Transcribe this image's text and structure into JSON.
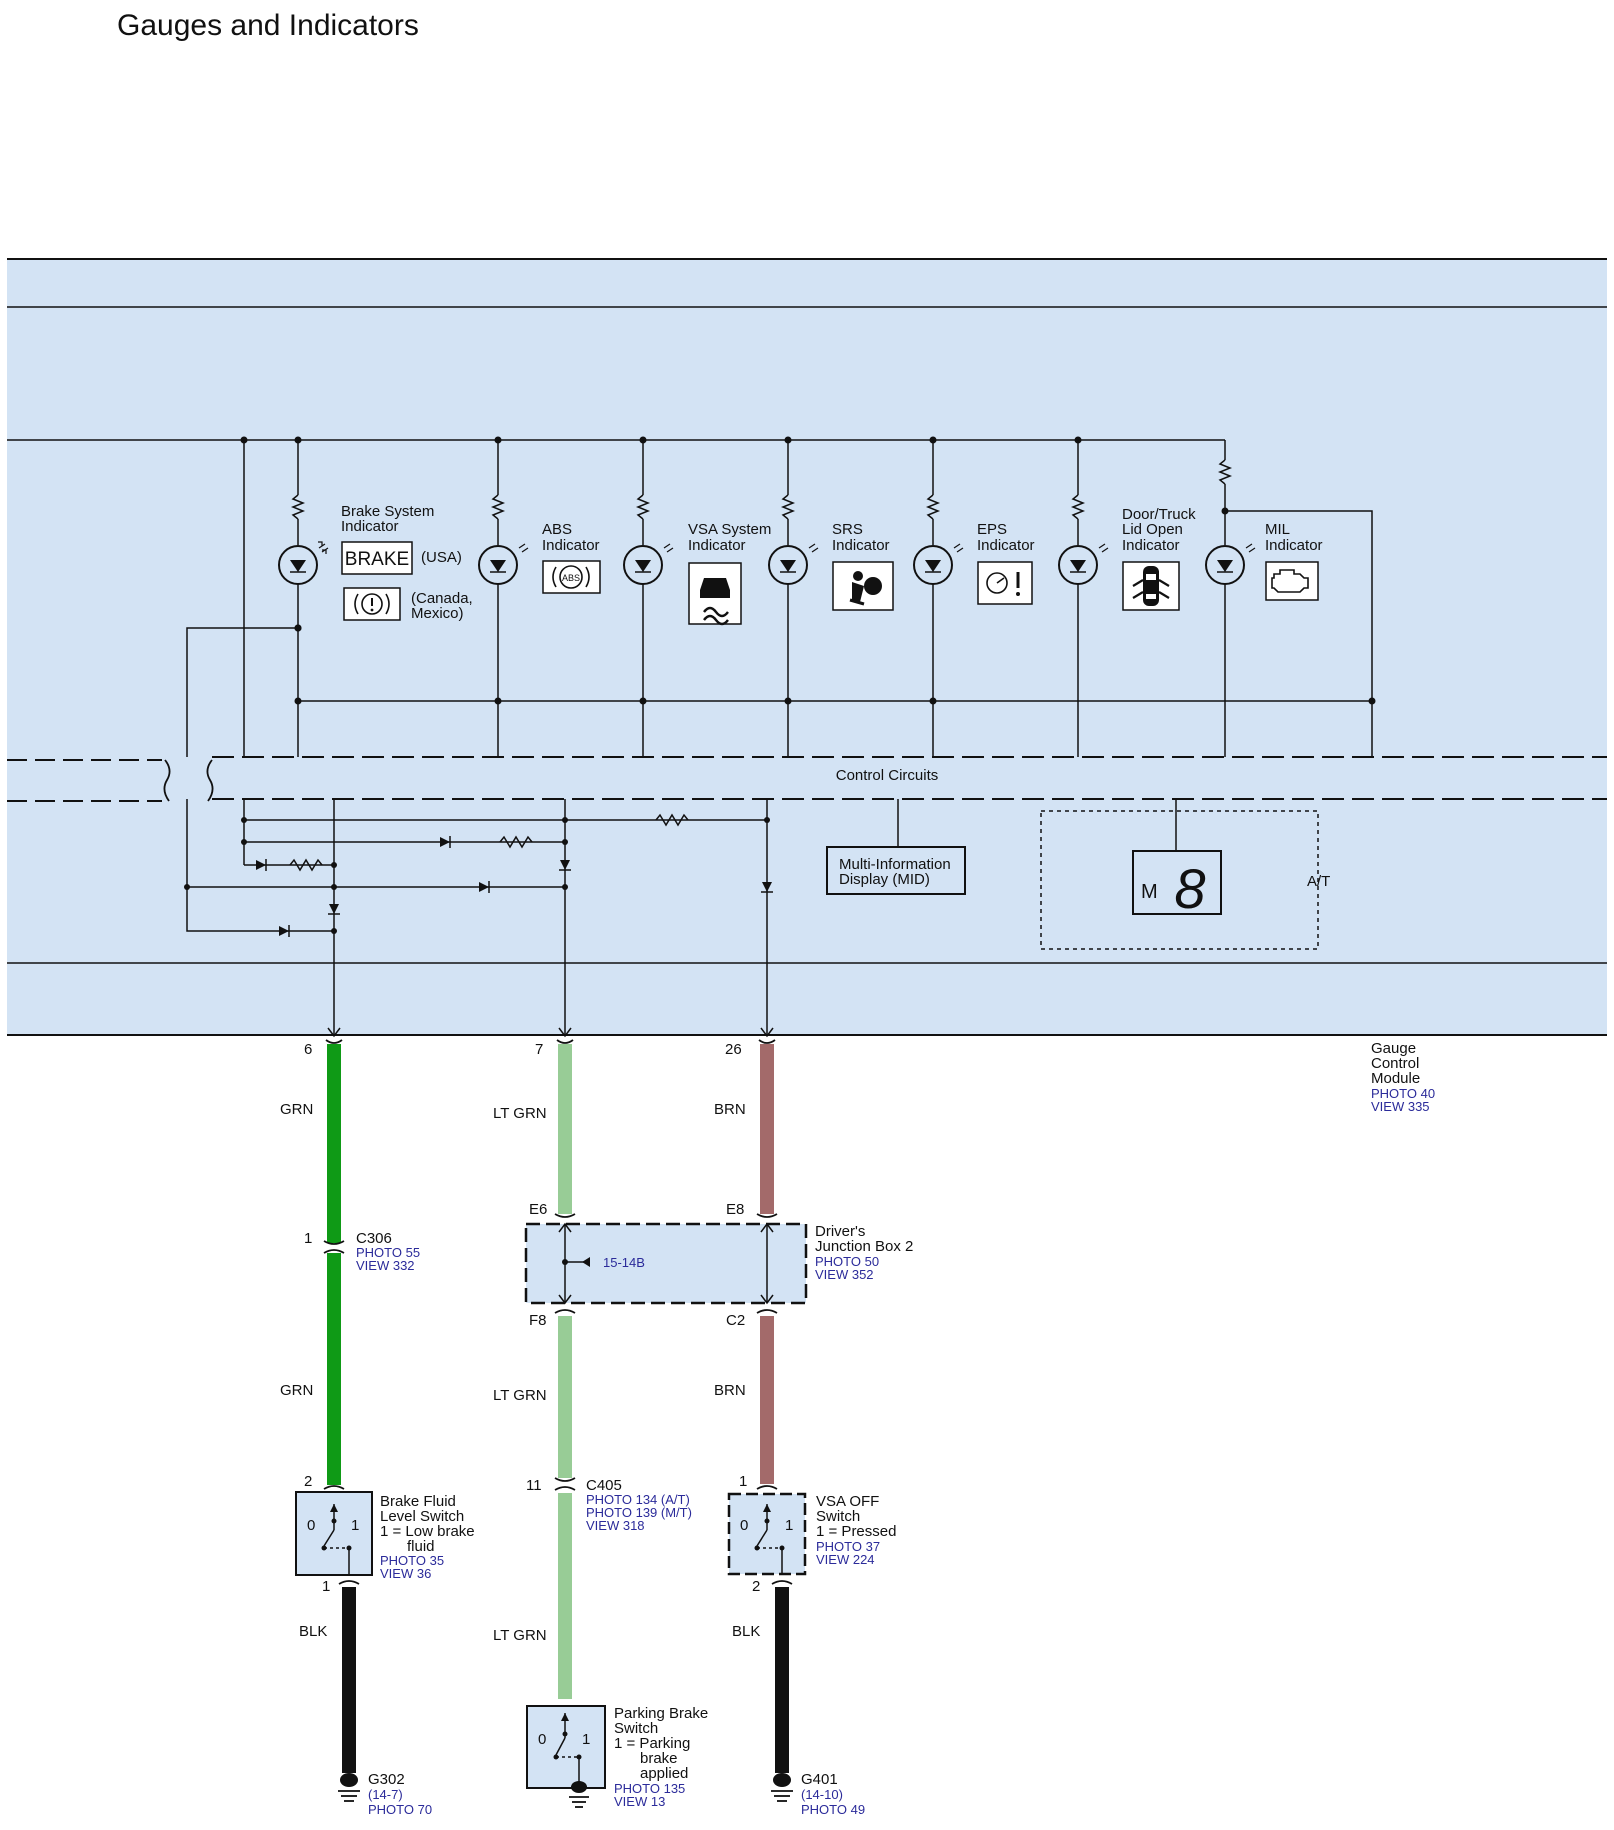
{
  "page": {
    "title": "Gauges and Indicators"
  },
  "colors": {
    "module_fill": "#d3e3f4",
    "grn": "#0f9a16",
    "lt_grn": "#98cc96",
    "brn": "#a36a6a",
    "blk": "#111111",
    "link": "#2b2b9a"
  },
  "indicators": [
    {
      "lines": [
        "Brake System",
        "Indicator"
      ],
      "icon": "brake-text-icon",
      "icon_text": "BRAKE",
      "variant_usa": "(USA)",
      "variant_can": [
        "(Canada,",
        "Mexico)"
      ],
      "alt_icon": "brake-circle-icon"
    },
    {
      "lines": [
        "ABS",
        "Indicator"
      ],
      "icon": "abs-icon",
      "icon_text": "ABS"
    },
    {
      "lines": [
        "VSA System",
        "Indicator"
      ],
      "icon": "vsa-car-skid-icon"
    },
    {
      "lines": [
        "SRS",
        "Indicator"
      ],
      "icon": "airbag-person-icon"
    },
    {
      "lines": [
        "EPS",
        "Indicator"
      ],
      "icon": "steering-wheel-warning-icon"
    },
    {
      "lines": [
        "Door/Truck",
        "Lid Open",
        "Indicator"
      ],
      "icon": "car-doors-open-icon"
    },
    {
      "lines": [
        "MIL",
        "Indicator"
      ],
      "icon": "engine-icon"
    }
  ],
  "module": {
    "control_circuits": "Control Circuits",
    "mid": [
      "Multi-Information",
      "Display (MID)"
    ],
    "at_label": "A/T",
    "gear_letter": "M",
    "gear_digit": "8",
    "name": [
      "Gauge",
      "Control",
      "Module"
    ],
    "photo": "PHOTO 40",
    "view": "VIEW 335"
  },
  "wires": {
    "grn": {
      "pin_top": "6",
      "color_top": "GRN",
      "color_mid": "GRN",
      "connector": "C306",
      "connector_pin": "1",
      "photo": "PHOTO 55",
      "view": "VIEW 332",
      "pin_switch": "2"
    },
    "ltgrn": {
      "pin_top": "7",
      "color_top": "LT GRN",
      "jb_pin_in": "E6",
      "jb_pin_out": "F8",
      "color_mid": "LT GRN",
      "connector": "C405",
      "connector_pin": "11",
      "photo_at": "PHOTO 134 (A/T)",
      "photo_mt": "PHOTO 139 (M/T)",
      "view": "VIEW 318",
      "color_bottom": "LT GRN"
    },
    "brn": {
      "pin_top": "26",
      "color_top": "BRN",
      "jb_pin_in": "E8",
      "jb_pin_out": "C2",
      "color_mid": "BRN",
      "pin_switch": "1"
    }
  },
  "junction_box": {
    "ref": "15-14B",
    "name": [
      "Driver's",
      "Junction Box 2"
    ],
    "photo": "PHOTO 50",
    "view": "VIEW 352"
  },
  "switches": {
    "brake_fluid": {
      "name": [
        "Brake Fluid",
        "Level Switch",
        "1 = Low brake",
        "fluid"
      ],
      "pos0": "0",
      "pos1": "1",
      "photo": "PHOTO 35",
      "view": "VIEW 36",
      "pin_out": "1",
      "wire_color": "BLK"
    },
    "vsa_off": {
      "name": [
        "VSA OFF",
        "Switch",
        "1 = Pressed"
      ],
      "pos0": "0",
      "pos1": "1",
      "photo": "PHOTO 37",
      "view": "VIEW 224",
      "pin_out": "2",
      "wire_color": "BLK"
    },
    "parking_brake": {
      "name": [
        "Parking Brake",
        "Switch",
        "1 = Parking",
        "brake",
        "applied"
      ],
      "pos0": "0",
      "pos1": "1",
      "photo": "PHOTO 135",
      "view": "VIEW 13"
    }
  },
  "grounds": {
    "g302": {
      "name": "G302",
      "ref": "(14-7)",
      "photo": "PHOTO 70"
    },
    "g401": {
      "name": "G401",
      "ref": "(14-10)",
      "photo": "PHOTO 49"
    }
  }
}
